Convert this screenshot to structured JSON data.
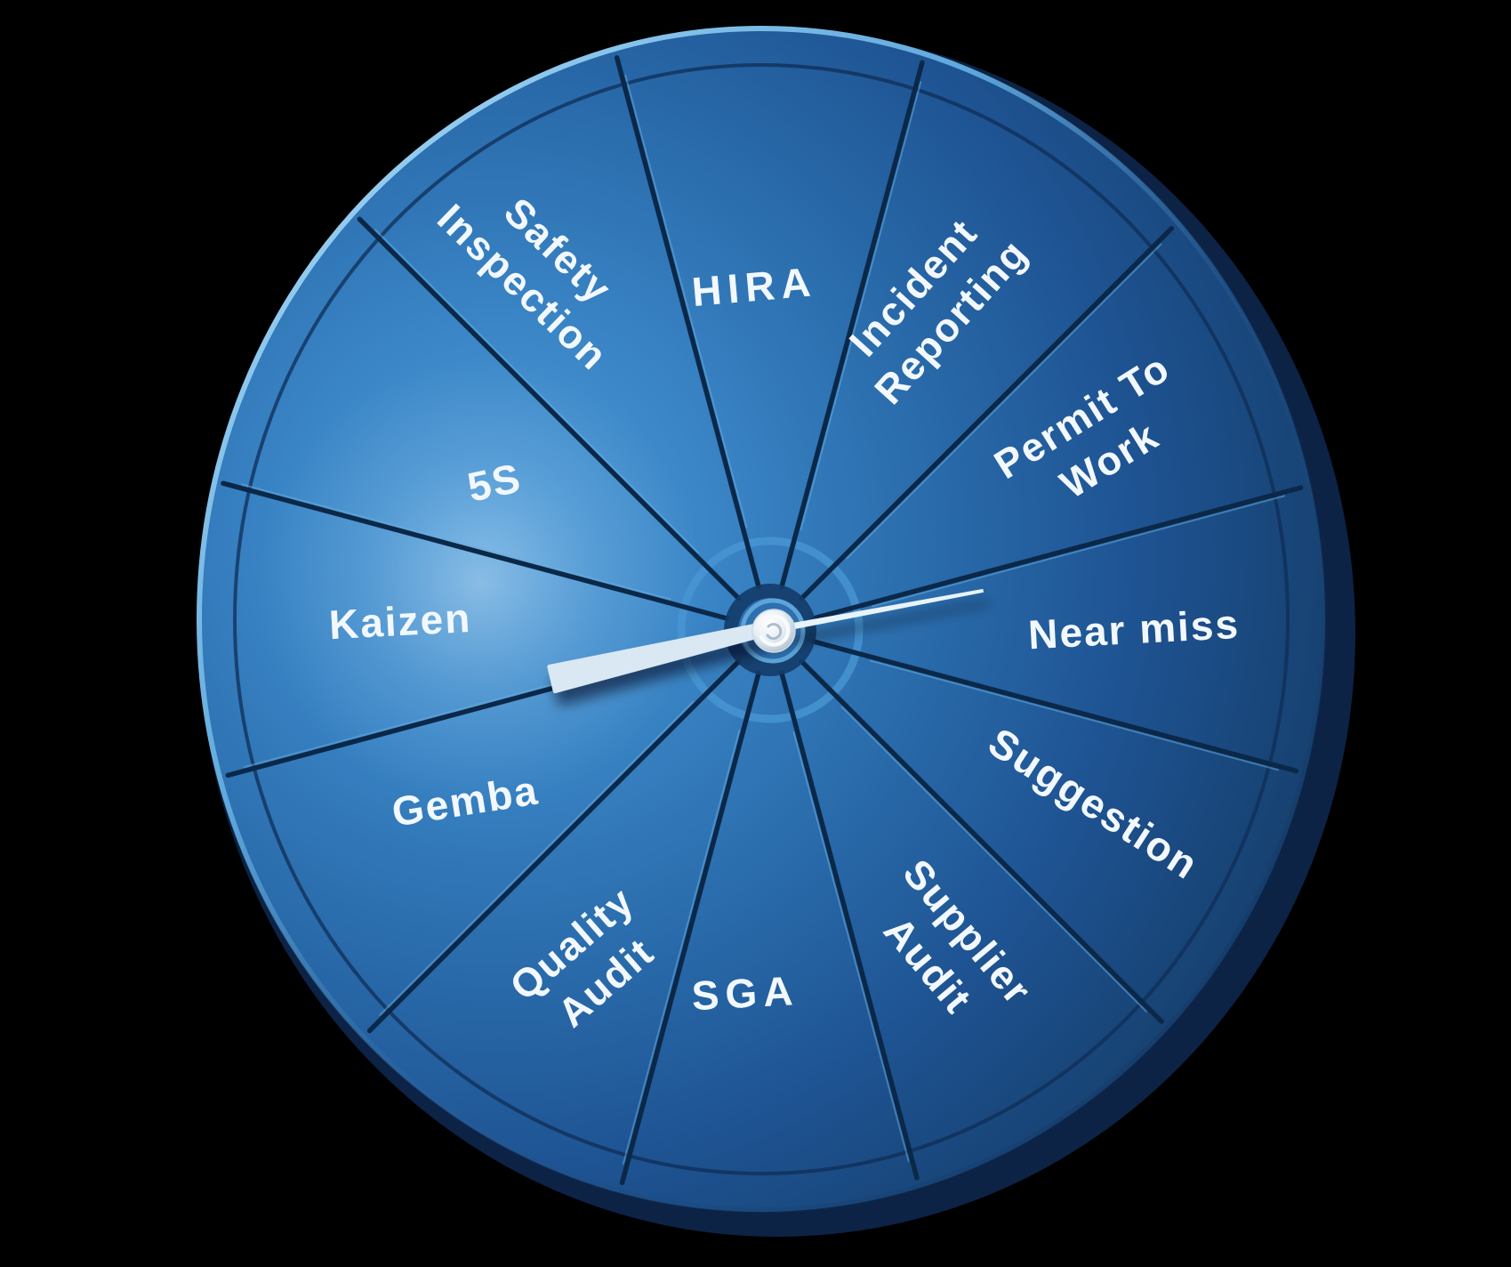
{
  "wheel": {
    "kind": "spinner-wheel-with-clock-hands",
    "segment_angle_deg": 30,
    "segments": [
      {
        "label": "HIRA",
        "lines": [
          "HIRA"
        ],
        "angle_deg": 0
      },
      {
        "label": "Incident Reporting",
        "lines": [
          "Incident",
          "Reporting"
        ],
        "angle_deg": 30
      },
      {
        "label": "Permit To Work",
        "lines": [
          "Permit To",
          "Work"
        ],
        "angle_deg": 60
      },
      {
        "label": "Near miss",
        "lines": [
          "Near miss"
        ],
        "angle_deg": 90
      },
      {
        "label": "Suggestion",
        "lines": [
          "Suggestion"
        ],
        "angle_deg": 120
      },
      {
        "label": "Supplier Audit",
        "lines": [
          "Supplier",
          "Audit"
        ],
        "angle_deg": 150
      },
      {
        "label": "SGA",
        "lines": [
          "SGA"
        ],
        "angle_deg": 180
      },
      {
        "label": "Quality Audit",
        "lines": [
          "Quality",
          "Audit"
        ],
        "angle_deg": 210
      },
      {
        "label": "Gemba",
        "lines": [
          "Gemba"
        ],
        "angle_deg": 240
      },
      {
        "label": "Kaizen",
        "lines": [
          "Kaizen"
        ],
        "angle_deg": 270
      },
      {
        "label": "5S",
        "lines": [
          "5S"
        ],
        "angle_deg": 300
      },
      {
        "label": "Safety Inspection",
        "lines": [
          "Safety",
          "Inspection"
        ],
        "angle_deg": 330
      }
    ],
    "colors": {
      "background": "#000000",
      "disc_light": "#4f9bd8",
      "disc_mid": "#2a6cac",
      "disc_dark": "#16406f",
      "divider": "#0b2848",
      "divider_highlight": "#66aede",
      "rim_highlight": "#a6d7f6",
      "inner_ring": "#4796d2",
      "label_text": "#f2f8fd",
      "hand": "#d9e8f3",
      "hub_dome": "#e8eff5"
    }
  }
}
